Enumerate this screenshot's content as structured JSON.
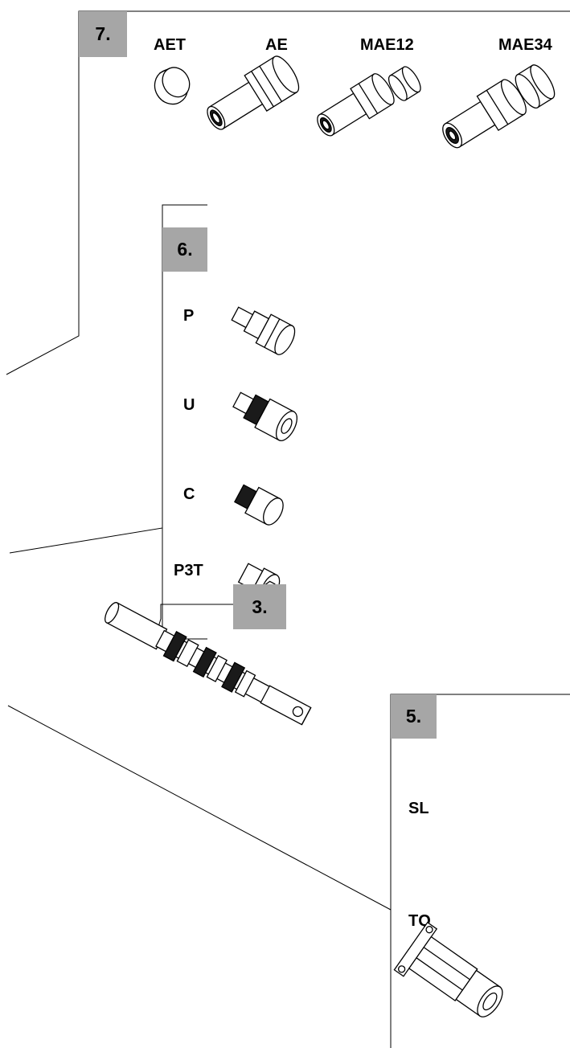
{
  "groups": {
    "g7": {
      "number": "7.",
      "items": [
        "AET",
        "AE",
        "MAE12",
        "MAE34"
      ]
    },
    "g6": {
      "number": "6.",
      "items": [
        "P",
        "U",
        "C",
        "P3T"
      ]
    },
    "g3": {
      "number": "3."
    },
    "g5": {
      "number": "5.",
      "items": [
        "SL",
        "TQ"
      ]
    }
  },
  "colors": {
    "badge": "#a6a6a6",
    "line": "#000000",
    "background": "#ffffff"
  },
  "icons": {
    "aet": "aet-cap-icon",
    "ae": "ae-adapter-icon",
    "mae12": "mae12-adapter-icon",
    "mae34": "mae34-adapter-icon",
    "p": "p-valve-icon",
    "u": "u-valve-icon",
    "c": "c-valve-icon",
    "p3t": "p3t-plug-icon",
    "shaft": "shaft-assembly-icon",
    "tq": "tq-part-icon"
  }
}
